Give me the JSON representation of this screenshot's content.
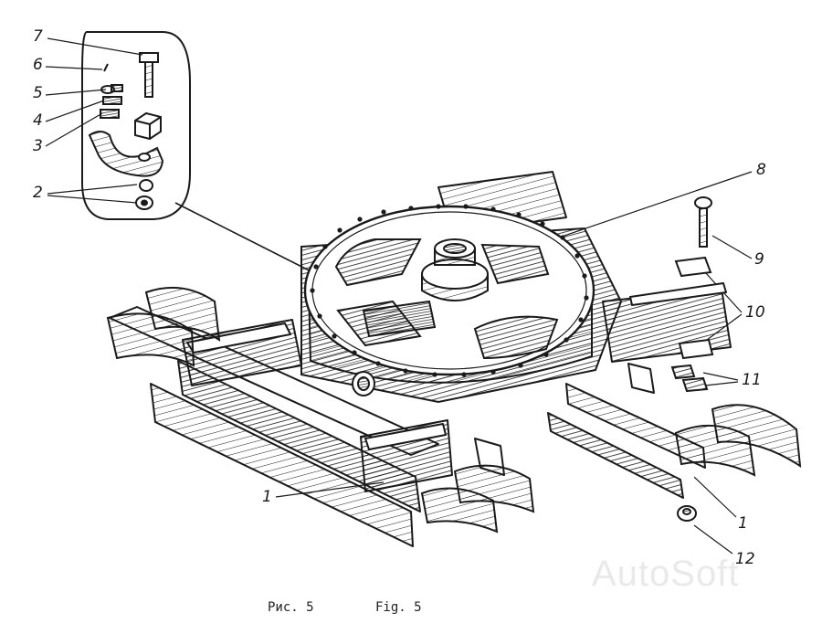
{
  "figure": {
    "labels": {
      "n1": "1",
      "n1b": "1",
      "n2": "2",
      "n3": "3",
      "n4": "4",
      "n5": "5",
      "n6": "6",
      "n7": "7",
      "n8": "8",
      "n9": "9",
      "n10": "10",
      "n11": "11",
      "n12": "12"
    },
    "caption_ru": "Рис. 5",
    "caption_en": "Fig. 5"
  },
  "watermark": "AutoSoft",
  "colors": {
    "ink": "#1a1a1a",
    "watermark": "#e9e9e9"
  }
}
